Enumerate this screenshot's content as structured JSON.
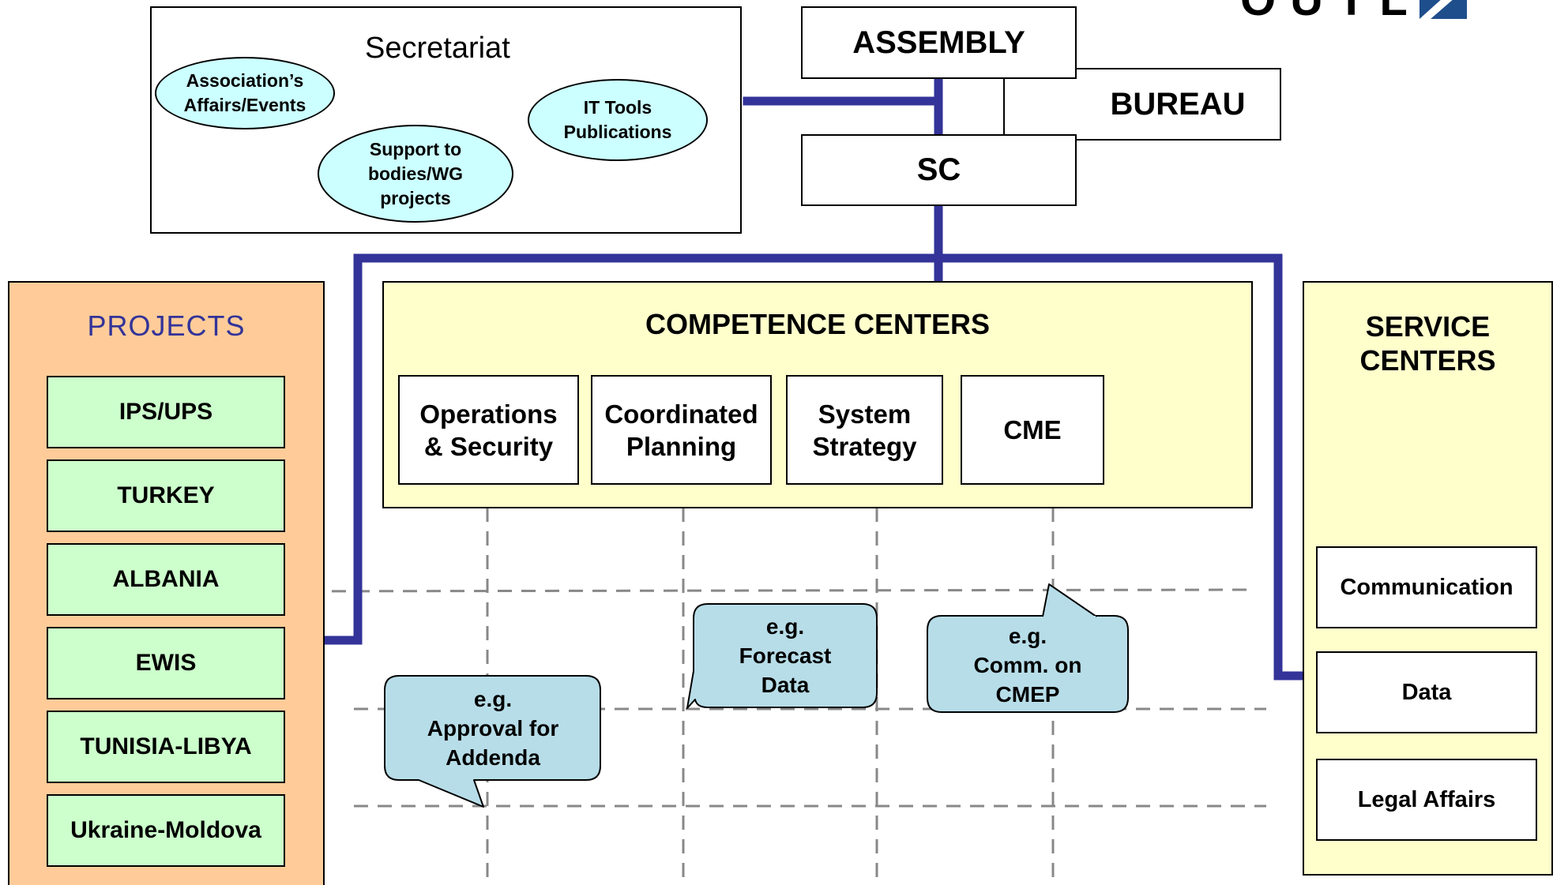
{
  "logo": {
    "text": "OUTL"
  },
  "secretariat": {
    "title": "Secretariat",
    "bubbles": [
      "Association’s\nAffairs/Events",
      "Support to\nbodies/WG\nprojects",
      "IT Tools\nPublications"
    ]
  },
  "governance": {
    "assembly": "ASSEMBLY",
    "bureau": "BUREAU",
    "sc": "SC"
  },
  "projects": {
    "title": "PROJECTS",
    "items": [
      "IPS/UPS",
      "TURKEY",
      "ALBANIA",
      "EWIS",
      "TUNISIA-LIBYA",
      "Ukraine-Moldova"
    ]
  },
  "competence_centers": {
    "title": "COMPETENCE CENTERS",
    "items": [
      "Operations\n& Security",
      "Coordinated\nPlanning",
      "System\nStrategy",
      "CME"
    ]
  },
  "service_centers": {
    "title": "SERVICE\nCENTERS",
    "items": [
      "Communication",
      "Data",
      "Legal Affairs"
    ]
  },
  "callouts": [
    "e.g.\nApproval for\nAddenda",
    "e.g.\nForecast\nData",
    "e.g.\nComm. on\nCMEP"
  ],
  "colors": {
    "connector": "#333399",
    "projects_bg": "#ffcc99",
    "project_item_bg": "#ccffcc",
    "competence_bg": "#ffffcc",
    "service_bg": "#ffffcc",
    "bubble_bg": "#ccffff",
    "callout_bg": "#b7dde8",
    "projects_title": "#333399"
  }
}
